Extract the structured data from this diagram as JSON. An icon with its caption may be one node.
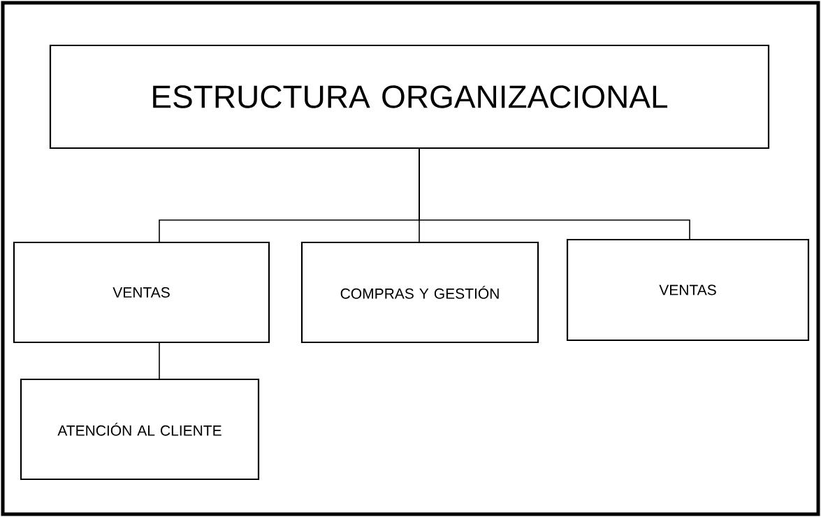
{
  "diagram": {
    "nodes": [
      {
        "text": [
          "ESTRUCTURA ORGANIZACIONAL"
        ]
      },
      {
        "text": [
          "VENTAS"
        ]
      },
      {
        "text": [
          "COMPRAS Y GESTIÓN"
        ]
      },
      {
        "text": [
          "VENTAS"
        ]
      },
      {
        "text": [
          "ATENCIÓN AL CLIENTE"
        ]
      }
    ],
    "edges": [
      {
        "from": 0,
        "to": 1,
        "arrow": "none"
      },
      {
        "from": 0,
        "to": 2,
        "arrow": "none"
      },
      {
        "from": 0,
        "to": 3,
        "arrow": "none"
      },
      {
        "from": 1,
        "to": 4,
        "arrow": "none"
      }
    ]
  }
}
